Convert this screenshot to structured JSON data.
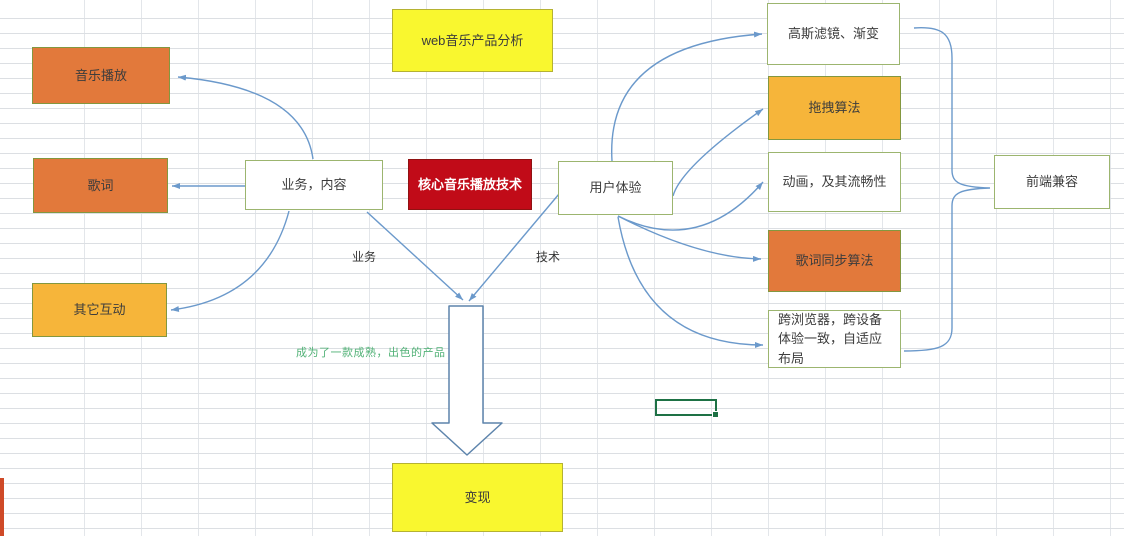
{
  "title_box": {
    "label": "web音乐产品分析"
  },
  "nodes": {
    "music_play": {
      "label": "音乐播放"
    },
    "lyrics": {
      "label": "歌词"
    },
    "other_interaction": {
      "label": "其它互动"
    },
    "business_content": {
      "label": "业务，内容"
    },
    "core_tech": {
      "label": "核心音乐播放技术"
    },
    "user_experience": {
      "label": "用户体验"
    },
    "gaussian": {
      "label": "高斯滤镜、渐变"
    },
    "drag_algo": {
      "label": "拖拽算法"
    },
    "animation": {
      "label": "动画，及其流畅性"
    },
    "lyrics_sync": {
      "label": "歌词同步算法"
    },
    "cross_browser": {
      "label": "跨浏览器，跨设备体验一致，自适应布局"
    },
    "frontend_compat": {
      "label": "前端兼容"
    },
    "monetization": {
      "label": "变现"
    }
  },
  "edge_labels": {
    "business": "业务",
    "technology": "技术"
  },
  "annotation": {
    "text": "成为了一款成熟，出色的产品"
  },
  "colors": {
    "orange": "#e2793b",
    "gold": "#f6b53a",
    "red": "#c10b18",
    "yellow": "#f9f72f",
    "white-border": "#9cb56f",
    "orange-border": "#83973f",
    "yellow-border": "#b5b232",
    "connector": "#6b99cb",
    "hollow-stroke": "#5d84ac",
    "cell-green": "#1e7145",
    "annotation-green": "#52b277",
    "grid-line": "#dcdfe3",
    "text-dark": "#3c3c3c",
    "sliver-red": "#cf4a28"
  }
}
